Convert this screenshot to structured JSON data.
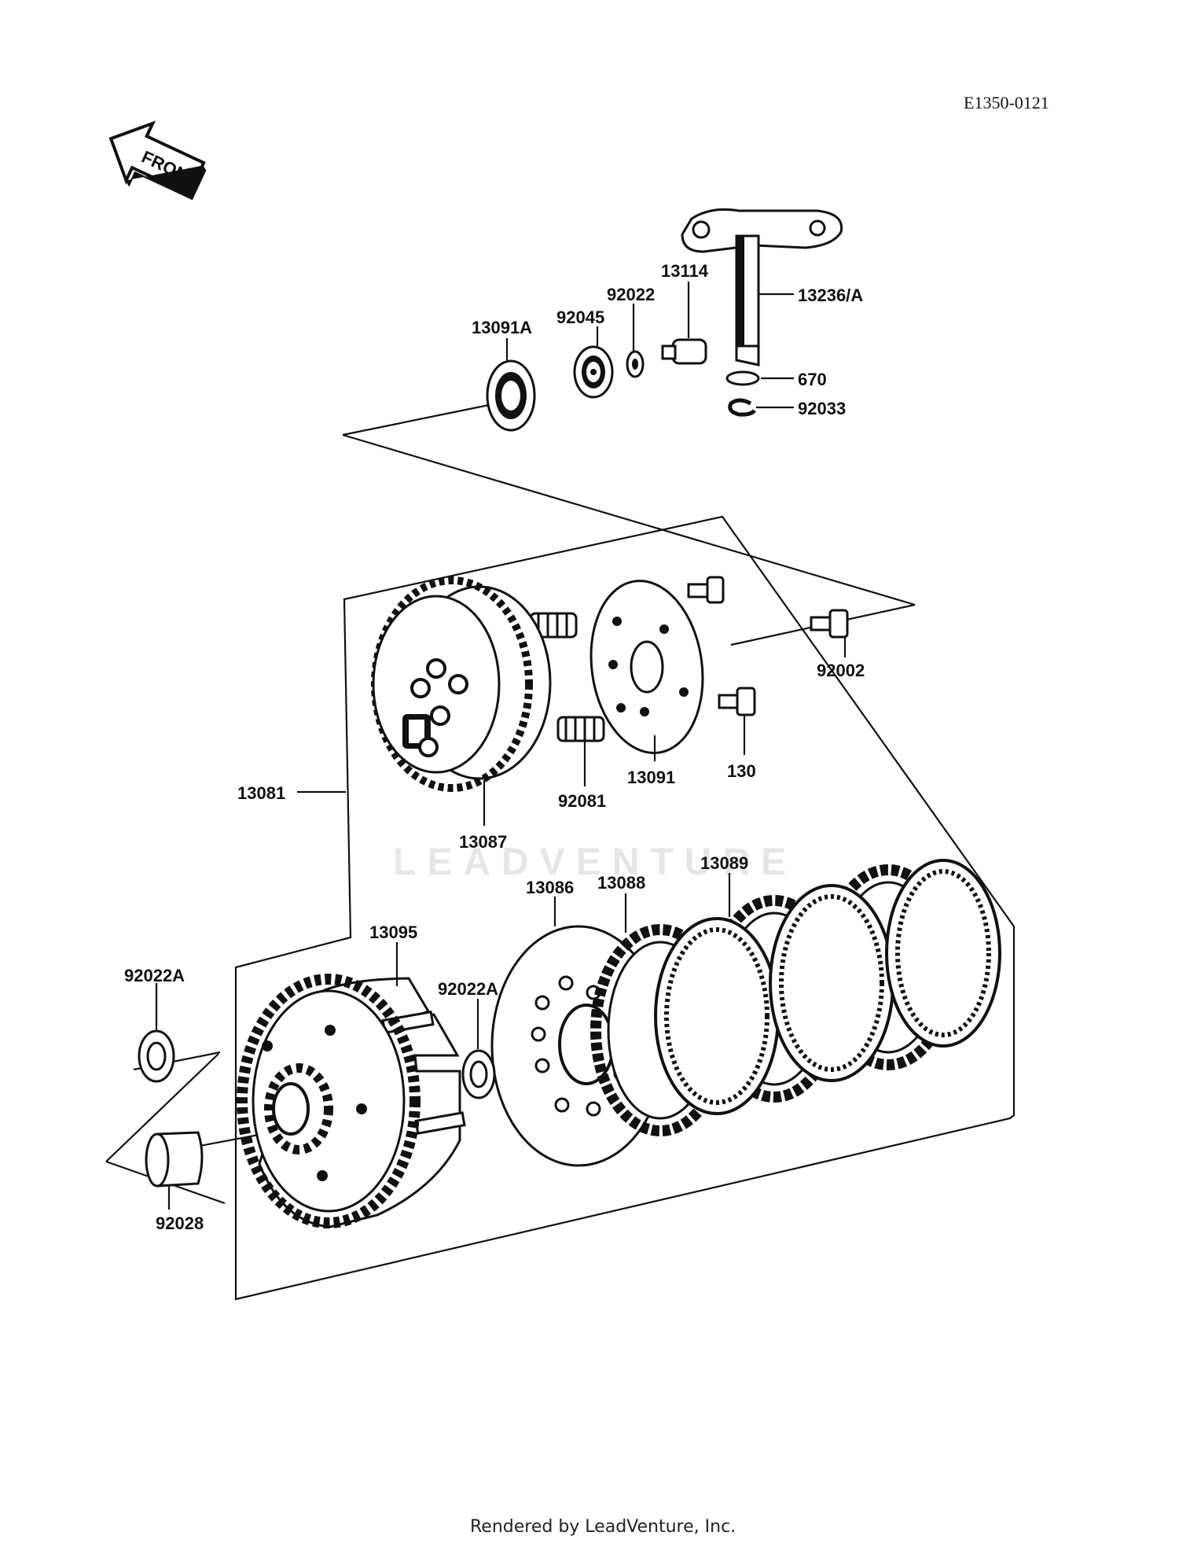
{
  "diagram_ref": "E1350-0121",
  "front_label": "FRONT",
  "watermark": "LEADVENTURE",
  "footer": "Rendered by LeadVenture, Inc.",
  "callouts": {
    "p13236A": "13236/A",
    "p13114": "13114",
    "p92022": "92022",
    "p92045": "92045",
    "p13091A": "13091A",
    "p670": "670",
    "p92033": "92033",
    "p92002": "92002",
    "p13091": "13091",
    "p130": "130",
    "p92081": "92081",
    "p13087": "13087",
    "p13081": "13081",
    "p13089": "13089",
    "p13088": "13088",
    "p13086": "13086",
    "p13095": "13095",
    "p92022A_left": "92022A",
    "p92022A_mid": "92022A",
    "p92028": "92028"
  }
}
